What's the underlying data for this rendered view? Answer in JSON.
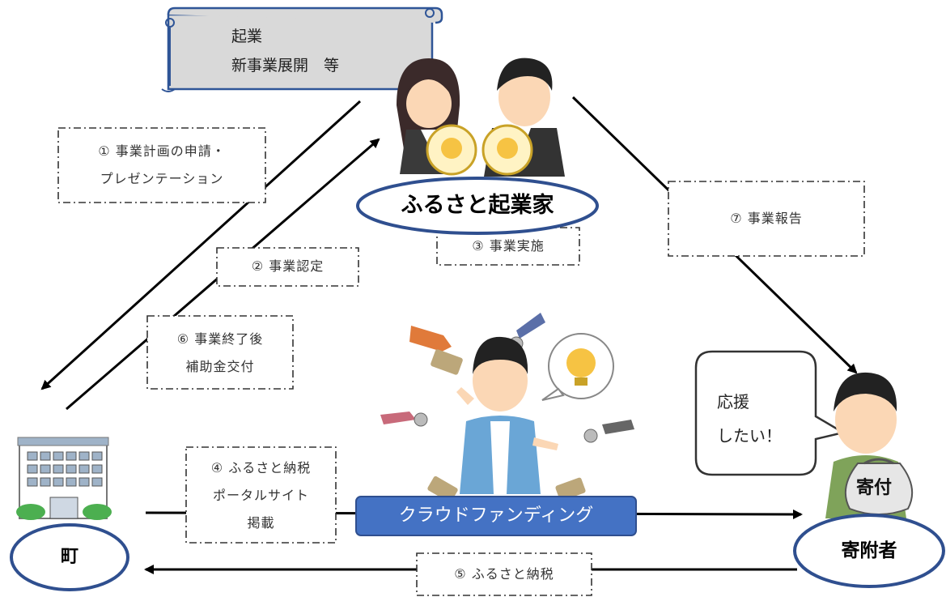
{
  "scroll": {
    "line1": "起業",
    "line2": "新事業展開　等"
  },
  "nodes": {
    "entrepreneur": "ふるさと起業家",
    "town": "町",
    "donor": "寄附者",
    "crowdfunding": "クラウドファンディング"
  },
  "steps": {
    "s1_line1": "① 事業計画の申請・",
    "s1_line2": "プレゼンテーション",
    "s2": "② 事業認定",
    "s3": "③ 事業実施",
    "s4_line1": "④ ふるさと納税",
    "s4_line2": "ポータルサイト",
    "s4_line3": "掲載",
    "s5": "⑤ ふるさと納税",
    "s6_line1": "⑥ 事業終了後",
    "s6_line2": "補助金交付",
    "s7": "⑦ 事業報告"
  },
  "speech": {
    "line1": "応援",
    "line2": "したい！"
  },
  "bag_label": "寄付",
  "icons": [
    "business-couple-illustration",
    "lightbulb-icon",
    "town-hall-building-icon",
    "donor-person-illustration",
    "money-bag-icon",
    "crowd-hands-illustration"
  ],
  "colors": {
    "ellipse_border": "#2f4f8f",
    "crowdfunding_fill": "#4472c4",
    "scroll_fill": "#d9d9d9",
    "scroll_border": "#2f5597"
  }
}
